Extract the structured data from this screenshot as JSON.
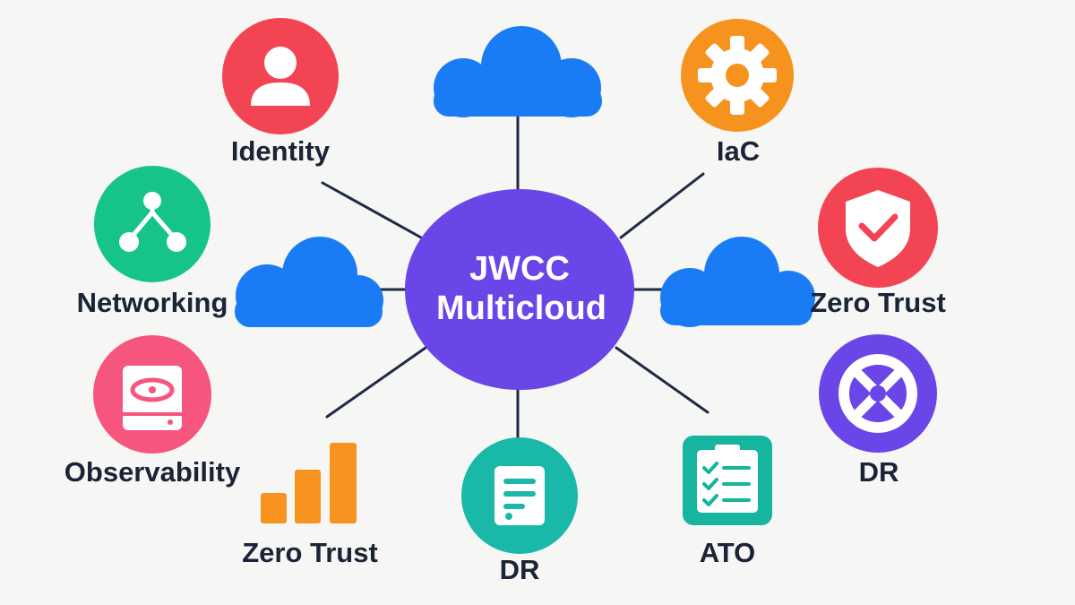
{
  "hub": {
    "line1": "JWCC",
    "line2": "Multicloud",
    "color": "#6a45e8"
  },
  "colors": {
    "connector": "#1f2a44",
    "cloud": "#1a7cf5",
    "identity": "#f24452",
    "iac": "#f6921e",
    "networking": "#16c48a",
    "zero_trust": "#f24452",
    "observability": "#f6557e",
    "dr_ring": "#6a45e8",
    "bars": "#f7931e",
    "dr_doc": "#1ab8a8",
    "ato": "#16b59f"
  },
  "nodes": {
    "identity": {
      "label": "Identity",
      "icon": "user-icon"
    },
    "iac": {
      "label": "IaC",
      "icon": "gear-icon"
    },
    "networking": {
      "label": "Networking",
      "icon": "network-icon"
    },
    "zero_trust": {
      "label": "Zero Trust",
      "icon": "shield-check-icon"
    },
    "observability": {
      "label": "Observability",
      "icon": "monitor-eye-icon"
    },
    "dr_right": {
      "label": "DR",
      "icon": "lifebuoy-icon"
    },
    "zero_trust_2": {
      "label": "Zero Trust",
      "icon": "bar-chart-icon"
    },
    "dr_bottom": {
      "label": "DR",
      "icon": "document-icon"
    },
    "ato": {
      "label": "ATO",
      "icon": "checklist-icon"
    }
  }
}
